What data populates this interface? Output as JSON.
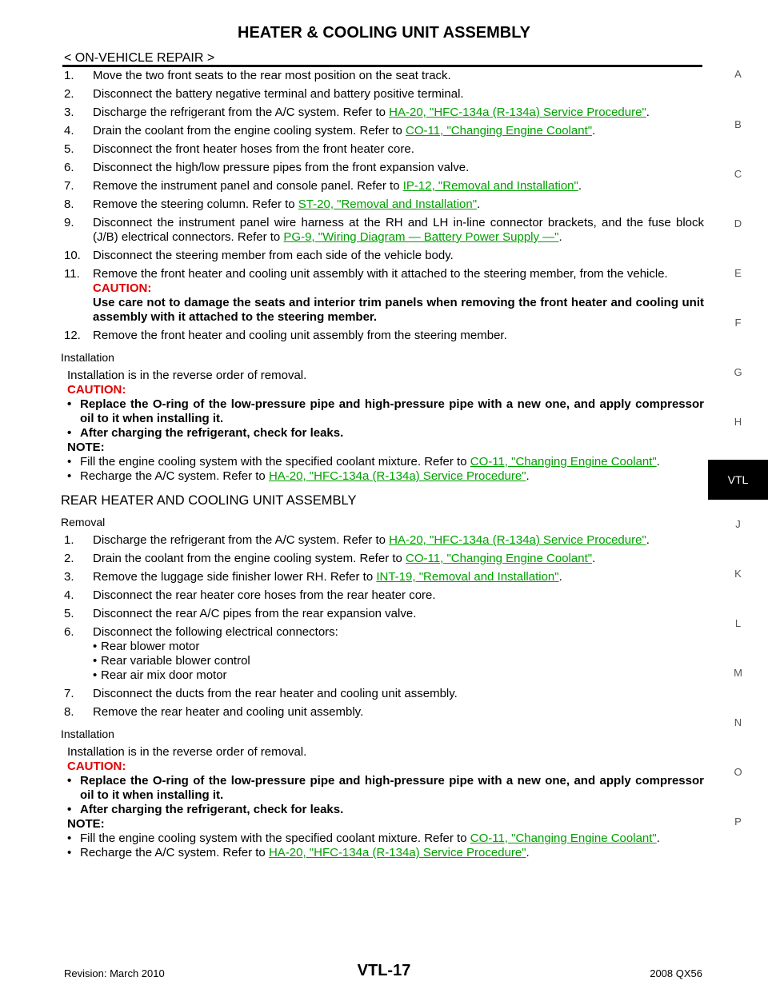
{
  "header": {
    "title": "HEATER & COOLING UNIT ASSEMBLY",
    "subtitle": "< ON-VEHICLE REPAIR >"
  },
  "side_tabs": [
    "A",
    "B",
    "C",
    "D",
    "E",
    "F",
    "G",
    "H",
    "VTL",
    "J",
    "K",
    "L",
    "M",
    "N",
    "O",
    "P"
  ],
  "front_removal_steps": [
    {
      "num": "1.",
      "text": "Move the two front seats to the rear most position on the seat track."
    },
    {
      "num": "2.",
      "text": "Disconnect the battery negative terminal and battery positive terminal."
    },
    {
      "num": "3.",
      "pre": "Discharge the refrigerant from the A/C system. Refer to ",
      "link": "HA-20, \"HFC-134a (R-134a) Service Procedure\"",
      "post": "."
    },
    {
      "num": "4.",
      "pre": "Drain the coolant from the engine cooling system. Refer to ",
      "link": "CO-11, \"Changing Engine Coolant\"",
      "post": "."
    },
    {
      "num": "5.",
      "text": "Disconnect the front heater hoses from the front heater core."
    },
    {
      "num": "6.",
      "text": "Disconnect the high/low pressure pipes from the front expansion valve."
    },
    {
      "num": "7.",
      "pre": "Remove the instrument panel and console panel. Refer to ",
      "link": "IP-12, \"Removal and Installation\"",
      "post": "."
    },
    {
      "num": "8.",
      "pre": "Remove the steering column. Refer to ",
      "link": "ST-20, \"Removal and Installation\"",
      "post": "."
    },
    {
      "num": "9.",
      "pre": "Disconnect the instrument panel wire harness at the RH and LH in-line connector brackets, and the fuse block (J/B) electrical connectors. Refer to ",
      "link": "PG-9, \"Wiring Diagram — Battery Power Supply —\"",
      "post": "."
    },
    {
      "num": "10.",
      "text": "Disconnect the steering member from each side of the vehicle body."
    },
    {
      "num": "11.",
      "text": "Remove the front heater and cooling unit assembly with it attached to the steering member, from the vehicle.",
      "caution_label": "CAUTION:",
      "caution_text": "Use care not to damage the seats and interior trim panels when removing the front heater and cooling unit assembly with it attached to the steering member."
    },
    {
      "num": "12.",
      "text": "Remove the front heater and cooling unit assembly from the steering member."
    }
  ],
  "front_installation": {
    "heading": "Installation",
    "intro": "Installation is in the reverse order of removal.",
    "caution_label": "CAUTION:",
    "cautions": [
      "Replace the O-ring of the low-pressure pipe and high-pressure pipe with a new one, and apply compressor oil to it when installing it.",
      "After charging the refrigerant, check for leaks."
    ],
    "note_label": "NOTE:",
    "note1_pre": "Fill the engine cooling system with the specified coolant mixture. Refer to ",
    "note1_link": "CO-11, \"Changing Engine Coolant\"",
    "note2_pre": "Recharge the A/C system. Refer to ",
    "note2_link": "HA-20, \"HFC-134a (R-134a) Service Procedure\""
  },
  "rear": {
    "heading": "REAR HEATER AND COOLING UNIT ASSEMBLY",
    "removal_heading": "Removal",
    "steps": [
      {
        "num": "1.",
        "pre": "Discharge the refrigerant from the A/C system. Refer to ",
        "link": "HA-20, \"HFC-134a (R-134a) Service Procedure\"",
        "post": "."
      },
      {
        "num": "2.",
        "pre": "Drain the coolant from the engine cooling system. Refer to ",
        "link": "CO-11, \"Changing Engine Coolant\"",
        "post": "."
      },
      {
        "num": "3.",
        "pre": "Remove the luggage side finisher lower RH. Refer to ",
        "link": "INT-19, \"Removal and Installation\"",
        "post": "."
      },
      {
        "num": "4.",
        "text": "Disconnect the rear heater core hoses from the rear heater core."
      },
      {
        "num": "5.",
        "text": "Disconnect the rear A/C pipes from the rear expansion valve."
      },
      {
        "num": "6.",
        "text": "Disconnect the following electrical connectors:",
        "subs": [
          "Rear blower motor",
          "Rear variable blower control",
          "Rear air mix door motor"
        ]
      },
      {
        "num": "7.",
        "text": "Disconnect the ducts from the rear heater and cooling unit assembly."
      },
      {
        "num": "8.",
        "text": "Remove the rear heater and cooling unit assembly."
      }
    ],
    "installation": {
      "heading": "Installation",
      "intro": "Installation is in the reverse order of removal.",
      "caution_label": "CAUTION:",
      "cautions": [
        "Replace the O-ring of the low-pressure pipe and high-pressure pipe with a new one, and apply compressor oil to it when installing it.",
        "After charging the refrigerant, check for leaks."
      ],
      "note_label": "NOTE:",
      "note1_pre": "Fill the engine cooling system with the specified coolant mixture. Refer to ",
      "note1_link": "CO-11, \"Changing Engine Coolant\"",
      "note2_pre": "Recharge the A/C system. Refer to ",
      "note2_link": "HA-20, \"HFC-134a (R-134a) Service Procedure\""
    }
  },
  "footer": {
    "revision": "Revision: March 2010",
    "page": "VTL-17",
    "model": "2008 QX56"
  },
  "colors": {
    "link": "#00a000",
    "caution": "#e00000",
    "active_tab_bg": "#000000"
  }
}
